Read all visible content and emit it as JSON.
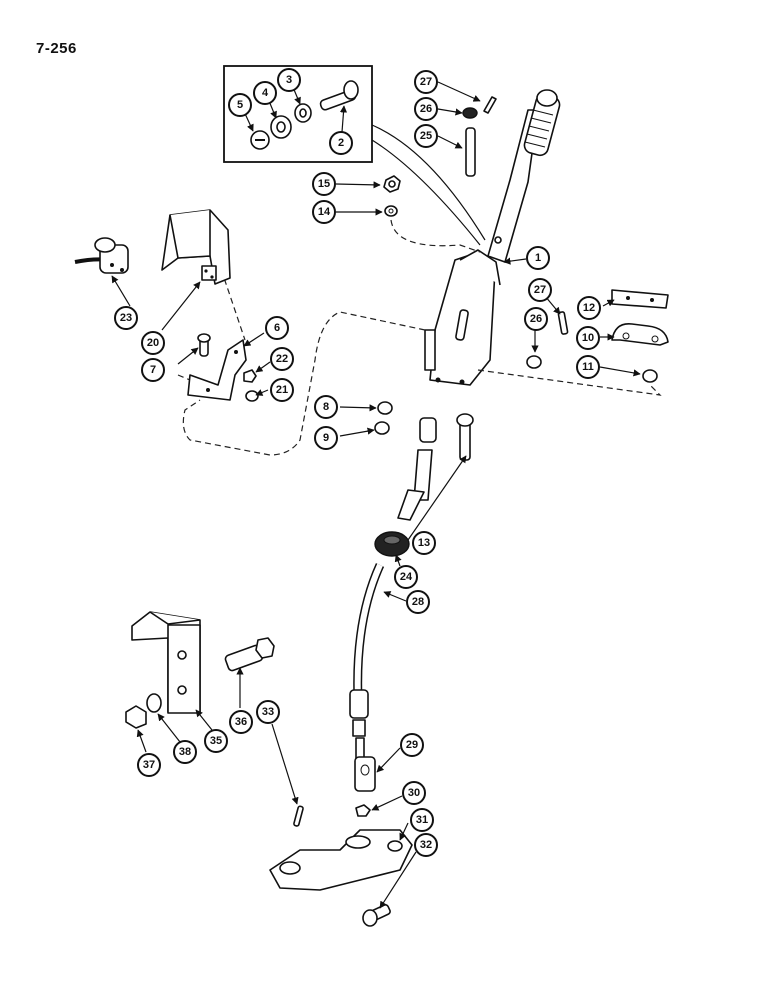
{
  "page": {
    "label": "7-256"
  },
  "callouts": [
    "1",
    "2",
    "3",
    "4",
    "5",
    "6",
    "7",
    "8",
    "9",
    "10",
    "11",
    "12",
    "13",
    "14",
    "15",
    "20",
    "21",
    "22",
    "23",
    "24",
    "25",
    "26",
    "26",
    "27",
    "27",
    "28",
    "29",
    "30",
    "31",
    "32",
    "33",
    "35",
    "36",
    "37",
    "38"
  ]
}
